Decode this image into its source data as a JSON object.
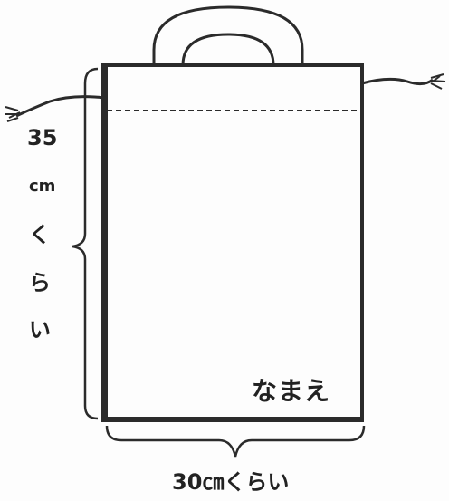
{
  "height_label": {
    "number": "35",
    "unit": "cm",
    "approx_chars": [
      "く",
      "ら",
      "い"
    ]
  },
  "name_label": "なまえ",
  "width_label": "30㎝くらい",
  "colors": {
    "line": "#2b2b2b",
    "background": "#fdfdfd"
  }
}
